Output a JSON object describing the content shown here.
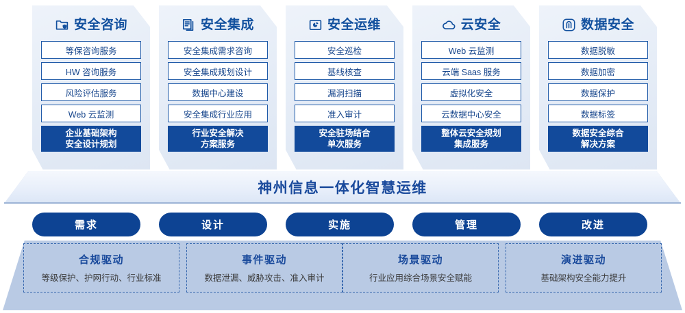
{
  "pillars": [
    {
      "icon": "folder-shield-icon",
      "title": "安全咨询",
      "items": [
        "等保咨询服务",
        "HW 咨询服务",
        "风险评估服务",
        "Web 云监测"
      ],
      "footer": [
        "企业基础架构",
        "安全设计规划"
      ]
    },
    {
      "icon": "documents-copy-icon",
      "title": "安全集成",
      "items": [
        "安全集成需求咨询",
        "安全集成规划设计",
        "数据中心建设",
        "安全集成行业应用"
      ],
      "footer": [
        "行业安全解决",
        "方案服务"
      ]
    },
    {
      "icon": "folder-chart-icon",
      "title": "安全运维",
      "items": [
        "安全巡检",
        "基线核查",
        "漏洞扫描",
        "准入审计"
      ],
      "footer": [
        "安全驻场结合",
        "单次服务"
      ]
    },
    {
      "icon": "cloud-icon",
      "title": "云安全",
      "items": [
        "Web 云监测",
        "云端 Saas 服务",
        "虚拟化安全",
        "云数据中心安全"
      ],
      "footer": [
        "整体云安全规划",
        "集成服务"
      ]
    },
    {
      "icon": "fingerprint-icon",
      "title": "数据安全",
      "items": [
        "数据脱敏",
        "数据加密",
        "数据保护",
        "数据标签"
      ],
      "footer": [
        "数据安全综合",
        "解决方案"
      ]
    }
  ],
  "banner": {
    "text": "神州信息一体化智慧运维"
  },
  "stages": [
    {
      "label": "需求"
    },
    {
      "label": "设计"
    },
    {
      "label": "实施"
    },
    {
      "label": "管理"
    },
    {
      "label": "改进"
    }
  ],
  "drivers": [
    {
      "title": "合规驱动",
      "sub": "等级保护、护网行动、行业标准"
    },
    {
      "title": "事件驱动",
      "sub": "数据泄漏、威胁攻击、准入审计"
    },
    {
      "title": "场景驱动",
      "sub": "行业应用综合场景安全赋能"
    },
    {
      "title": "演进驱动",
      "sub": "基础架构安全能力提升"
    }
  ],
  "colors": {
    "brand_blue": "#12509e",
    "deep_blue": "#0d4393",
    "footer_blue": "#124a9b",
    "item_border": "#1f5aa8",
    "dashed_border": "#3566ad",
    "panel_bg_top": "#eef3fa",
    "panel_bg_bottom": "#dde6f3"
  }
}
